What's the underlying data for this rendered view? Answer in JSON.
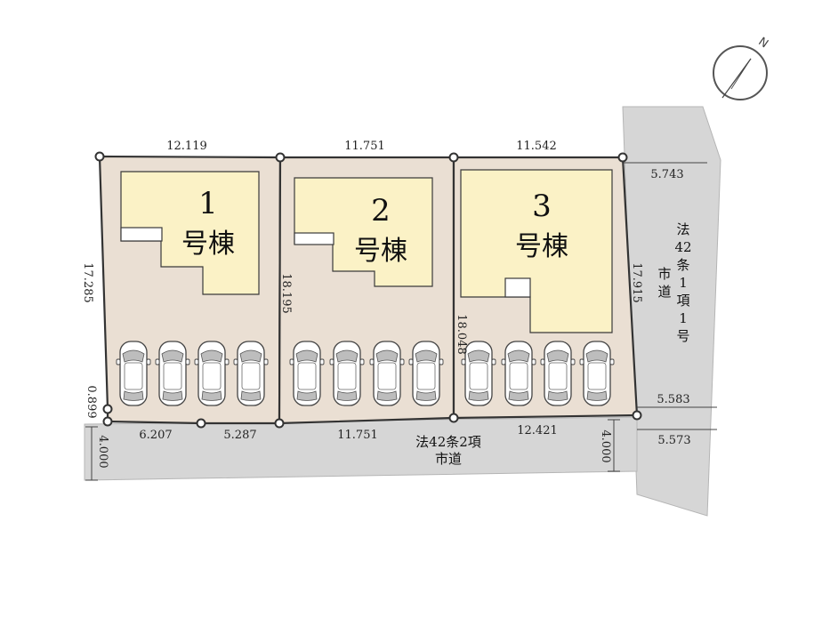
{
  "compass": {
    "north_label": "N"
  },
  "houses": [
    {
      "number": "1",
      "label": "号棟"
    },
    {
      "number": "2",
      "label": "号棟"
    },
    {
      "number": "3",
      "label": "号棟"
    }
  ],
  "dimensions": {
    "top_lot1": "12.119",
    "top_lot2": "11.751",
    "top_lot3": "11.542",
    "left_lot1": "17.285",
    "left_lot2": "18.195",
    "left_lot3": "18.048",
    "right_lot3": "17.915",
    "corner_cut": "0.899",
    "bottom_a": "6.207",
    "bottom_b": "5.287",
    "bottom_lot2": "11.751",
    "bottom_lot3": "12.421",
    "south_road_left_width": "4.000",
    "south_road_right_width": "4.000",
    "east_road_top": "5.743",
    "east_road_mid": "5.583",
    "east_road_bottom": "5.573"
  },
  "roads": {
    "south": {
      "line1": "法42条2項",
      "line2": "市道"
    },
    "east": {
      "col1": [
        "法",
        "42",
        "条",
        "1",
        "項",
        "1",
        "号"
      ],
      "col2": [
        "市",
        "道"
      ]
    }
  },
  "parking": {
    "cars_per_lot": 4
  }
}
